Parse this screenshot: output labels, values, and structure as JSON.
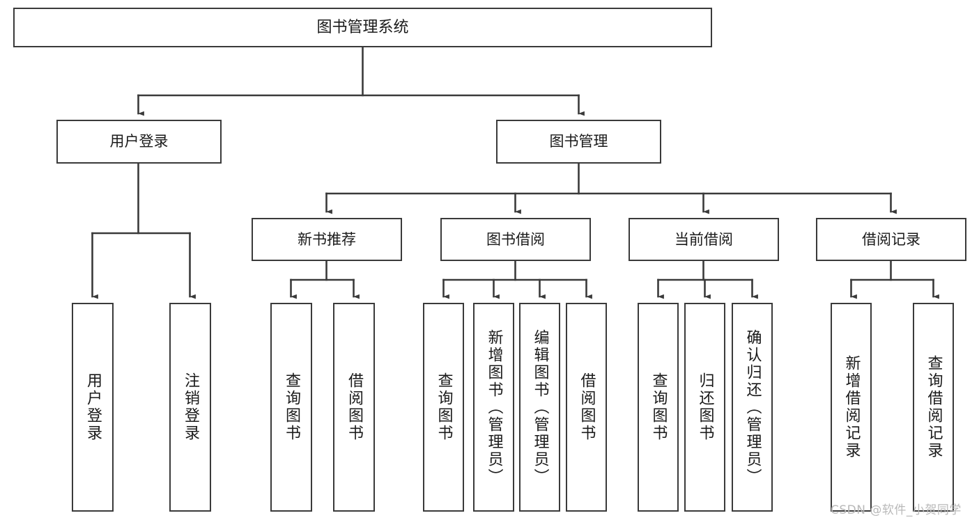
{
  "diagram": {
    "title": "图书管理系统",
    "type": "hierarchical-tree",
    "stroke_color": "#3a3a3a",
    "fill_color": "#ffffff",
    "text_color": "#1a1a1a",
    "levels": {
      "root": {
        "label": "图书管理系统"
      },
      "level2": [
        {
          "id": "user-login",
          "label": "用户登录"
        },
        {
          "id": "book-manage",
          "label": "图书管理"
        }
      ],
      "level3": [
        {
          "id": "new-book-recommend",
          "label": "新书推荐"
        },
        {
          "id": "book-borrow",
          "label": "图书借阅"
        },
        {
          "id": "current-borrow",
          "label": "当前借阅"
        },
        {
          "id": "borrow-record",
          "label": "借阅记录"
        }
      ],
      "leaves": {
        "user_login": [
          {
            "id": "leaf-user-login",
            "label": "用户登录"
          },
          {
            "id": "leaf-logout-login",
            "label": "注销登录"
          }
        ],
        "new_book_recommend": [
          {
            "id": "leaf-query-book-1",
            "label": "查询图书"
          },
          {
            "id": "leaf-borrow-book-1",
            "label": "借阅图书"
          }
        ],
        "book_borrow": [
          {
            "id": "leaf-query-book-2",
            "label": "查询图书"
          },
          {
            "id": "leaf-add-book",
            "label": "新增图书（管理员）"
          },
          {
            "id": "leaf-edit-book",
            "label": "编辑图书（管理员）"
          },
          {
            "id": "leaf-borrow-book-2",
            "label": "借阅图书"
          }
        ],
        "current_borrow": [
          {
            "id": "leaf-query-book-3",
            "label": "查询图书"
          },
          {
            "id": "leaf-return-book",
            "label": "归还图书"
          },
          {
            "id": "leaf-confirm-return",
            "label": "确认归还（管理员）"
          }
        ],
        "borrow_record": [
          {
            "id": "leaf-add-record",
            "label": "新增借阅记录"
          },
          {
            "id": "leaf-query-record",
            "label": "查询借阅记录"
          }
        ]
      }
    }
  },
  "watermark": {
    "text": "CSDN @软件_小贺同学"
  }
}
